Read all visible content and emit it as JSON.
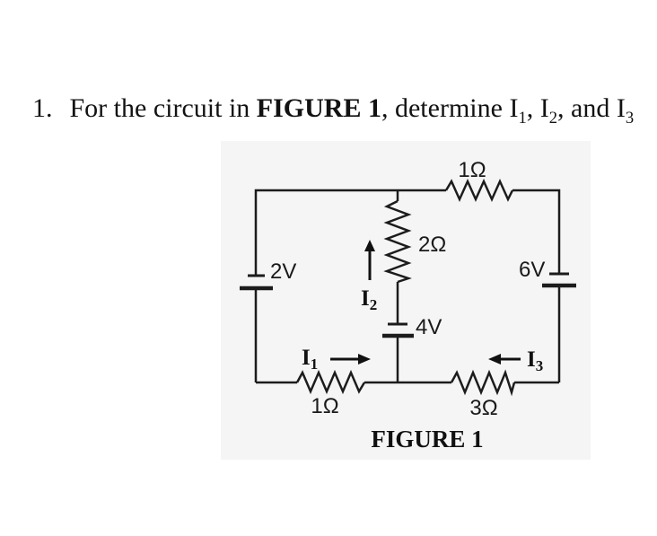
{
  "question": {
    "number": "1.",
    "before_bold": "For the circuit in ",
    "bold": "FIGURE 1",
    "after_bold": ", determine ",
    "i1_base": "I",
    "i1_sub": "1",
    "sep12": ", ",
    "i2_base": "I",
    "i2_sub": "2",
    "sep23": ", and ",
    "i3_base": "I",
    "i3_sub": "3"
  },
  "figure": {
    "caption": "FIGURE 1",
    "labels": {
      "resistor_top": "1Ω",
      "resistor_middle": "2Ω",
      "resistor_bottom_left": "1Ω",
      "resistor_bottom_right": "3Ω",
      "battery_left": "2V",
      "battery_middle": "4V",
      "battery_right": "6V",
      "current_1_base": "I",
      "current_1_sub": "1",
      "current_2_base": "I",
      "current_2_sub": "2",
      "current_3_base": "I",
      "current_3_sub": "3"
    },
    "colors": {
      "line": "#1c1c1c",
      "scan_background": "#f5f5f5"
    }
  }
}
